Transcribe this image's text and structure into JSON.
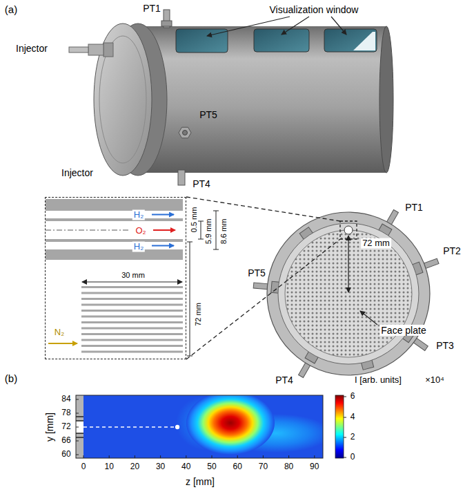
{
  "diagram": {
    "nodes": [
      {
        "text": [
          "H₂",
          "O₂",
          "H₂",
          "N₂",
          "30 mm"
        ]
      }
    ],
    "labels": [
      "(a)",
      "Injector",
      "PT1",
      "Visualization window",
      "PT5",
      "Injector",
      "PT4",
      "0.5 mm",
      "5.9 mm",
      "8.6 mm",
      "72 mm",
      "PT1",
      "72 mm",
      "PT2",
      "PT5",
      "Face plate",
      "PT3",
      "PT4",
      "(b)",
      "I [arb. units]",
      "×10⁴",
      "6",
      "4",
      "2",
      "0",
      "84",
      "78",
      "72",
      "66",
      "60",
      "y [mm]",
      "0",
      "10",
      "20",
      "30",
      "40",
      "50",
      "60",
      "70",
      "80",
      "90",
      "z [mm]"
    ]
  }
}
